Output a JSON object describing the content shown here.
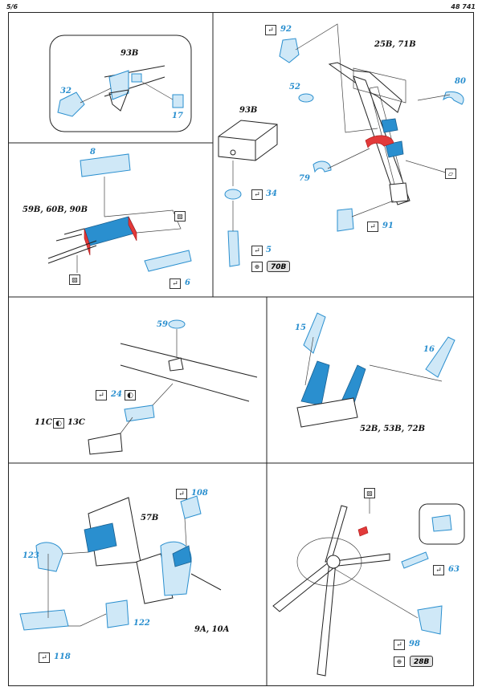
{
  "header": {
    "page": "5/6",
    "code": "48 741"
  },
  "labels": {
    "l93B_a": "93B",
    "l32": "32",
    "l17": "17",
    "l92": "92",
    "l25B71B": "25B, 71B",
    "l52": "52",
    "l93B_b": "93B",
    "l80": "80",
    "l79": "79",
    "l34": "34",
    "l91": "91",
    "l5": "5",
    "l70B": "70B",
    "l8": "8",
    "l59B60B90B": "59B, 60B, 90B",
    "l6": "6",
    "l59": "59",
    "l24": "24",
    "l11C": "11C",
    "l13C": "13C",
    "l15": "15",
    "l16": "16",
    "l52B53B72B": "52B, 53B, 72B",
    "l108": "108",
    "l57B": "57B",
    "l123": "123",
    "l122": "122",
    "l9A10A": "9A, 10A",
    "l118": "118",
    "l63": "63",
    "l98": "98",
    "l28B": "28B"
  },
  "icons": {
    "fold": "fold-arrow-icon",
    "paint": "paint-pattern-icon",
    "halfmoon": "half-etch-icon",
    "engine": "engine-ref-icon",
    "color_blue": "#2a8fcf",
    "color_red": "#e23a3a",
    "color_line": "#222222"
  }
}
